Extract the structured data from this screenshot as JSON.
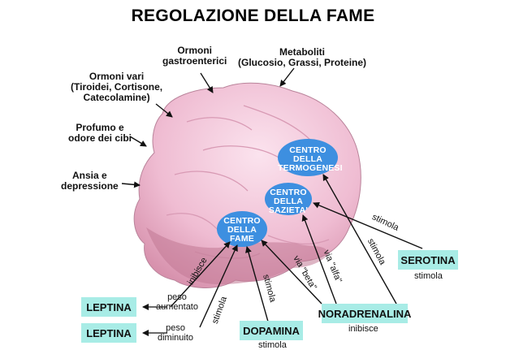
{
  "title": "REGOLAZIONE DELLA FAME",
  "inputs": {
    "ormoni_gastro": "Ormoni\ngastroenterici",
    "metaboliti": "Metaboliti\n(Glucosio, Grassi, Proteine)",
    "ormoni_vari": "Ormoni vari\n(Tiroidei, Cortisone,\nCatecolamine)",
    "profumo": "Profumo e\nodore dei cibi",
    "ansia": "Ansia e\ndepressione"
  },
  "centers": {
    "termogenesi": "CENTRO\nDELLA\nTERMOGENESI",
    "sazieta": "CENTRO\nDELLA\nSAZIETA'",
    "fame": "CENTRO\nDELLA\nFAME"
  },
  "boxes": {
    "leptina_1": "LEPTINA",
    "leptina_2": "LEPTINA",
    "dopamina": "DOPAMINA",
    "noradrenalina": "NORADRENALINA",
    "serotina": "SEROTINA"
  },
  "annotations": {
    "peso_aumentato": "peso\naumentato",
    "peso_diminuito": "peso\ndiminuito",
    "inibisce_leptina": "inibisce",
    "stimola_leptina": "stimola",
    "stimola_dopamina_line": "stimola",
    "stimola_dopamina_box": "stimola",
    "via_beta": "via \"beta\"",
    "via_alfa": "via \"alfa\"",
    "stimola_nor": "stimola",
    "inibisce_nor": "inibisce",
    "stimola_ser_line": "stimola",
    "stimola_ser_box": "stimola"
  },
  "colors": {
    "brain": "#f3c6d8",
    "center": "#3d8fe0",
    "box": "#a8ece6"
  }
}
